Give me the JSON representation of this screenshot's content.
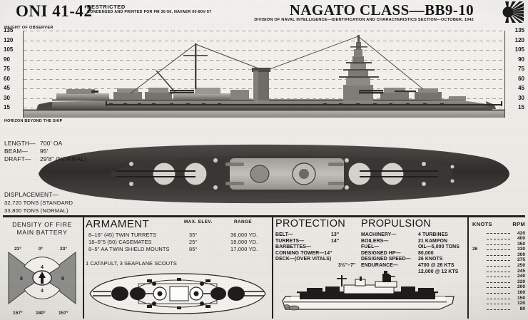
{
  "header": {
    "oni": "ONI 41-42",
    "restricted": "RESTRICTED",
    "condensed": "CONDENSED AND PRINTED FOR FM 30-50, NAVAER  00-80V-57",
    "class_title": "NAGATO CLASS—BB9-10",
    "division": "DIVISION OF NAVAL INTELLIGENCE—IDENTIFICATION AND CHARACTERISTICS SECTION—OCTOBER, 1942",
    "flag_icon": "rising-sun-flag-icon"
  },
  "profile": {
    "axis_label": "HEIGHT OF OBSERVER",
    "horizon_label": "HORIZON BEYOND THE SHIP",
    "ticks": [
      "135",
      "120",
      "105",
      "90",
      "75",
      "60",
      "45",
      "30",
      "15"
    ]
  },
  "dimensions": {
    "rows": [
      {
        "label": "LENGTH—",
        "value": "700' OA"
      },
      {
        "label": "BEAM—",
        "value": "95'"
      },
      {
        "label": "DRAFT—",
        "value": "29'8\" (NORMAL)"
      }
    ]
  },
  "displacement": {
    "title": "DISPLACEMENT—",
    "lines": [
      "32,720 TONS (STANDARD",
      "33,800 TONS (NORMAL)"
    ]
  },
  "density_of_fire": {
    "title_line1": "DENSITY OF FIRE",
    "title_line2": "MAIN BATTERY",
    "angles": {
      "top_left": "23°",
      "top_center": "0°",
      "top_right": "23°",
      "bottom_left": "157°",
      "bottom_center": "180°",
      "bottom_right": "157°"
    },
    "counts": {
      "fore": "4",
      "aft": "4",
      "port": "8",
      "starboard": "8"
    },
    "bow_arrow_icon": "bow-direction-arrow-icon"
  },
  "armament": {
    "title": "ARMAMENT",
    "col_elev": "MAX. ELEV.",
    "col_range": "RANGE",
    "rows": [
      {
        "name": "8–16\" (45) TWIN TURRETS",
        "elev": "35°",
        "range": "36,000 YD."
      },
      {
        "name": "18–5\"5 (50) CASEMATES",
        "elev": "25°",
        "range": "19,000 YD."
      },
      {
        "name": "8–5\" AA TWIN SHIELD MOUNTS",
        "elev": "85°",
        "range": "17,000 YD."
      }
    ],
    "extra": "1 CATAPULT, 3 SEAPLANE SCOUTS"
  },
  "protection": {
    "title": "PROTECTION",
    "rows": [
      {
        "key": "BELT—",
        "value": "13\""
      },
      {
        "key": "TURRETS—",
        "value": "14\""
      },
      {
        "key": "BARBETTES—",
        "value": ""
      },
      {
        "key": "CONNING TOWER—14\"",
        "value": ""
      },
      {
        "key": "DECK—(OVER VITALS)",
        "value": ""
      },
      {
        "key": "",
        "value": "3½\"–7\""
      }
    ]
  },
  "propulsion": {
    "title": "PROPULSION",
    "rows": [
      {
        "key": "MACHINERY—",
        "value": "4 TURBINES"
      },
      {
        "key": "BOILERS—",
        "value": "21 KAMPON"
      },
      {
        "key": "FUEL—",
        "value": "OIL—5,000 TONS"
      },
      {
        "key": "DESIGNED HP—",
        "value": "80,000"
      },
      {
        "key": "DESIGNED SPEED—",
        "value": "26 KNOTS"
      },
      {
        "key": "ENDURANCE—",
        "value": "4700 @ 26 KTS"
      },
      {
        "key": "",
        "value": "12,000 @ 12 KTS"
      }
    ]
  },
  "speed_table": {
    "col_knots": "KNOTS",
    "col_rpm": "RPM",
    "rows": [
      {
        "knots": "",
        "rpm": "420"
      },
      {
        "knots": "",
        "rpm": "400"
      },
      {
        "knots": "",
        "rpm": "350"
      },
      {
        "knots": "26",
        "rpm": "330"
      },
      {
        "knots": "",
        "rpm": "300"
      },
      {
        "knots": "",
        "rpm": "275"
      },
      {
        "knots": "",
        "rpm": "250"
      },
      {
        "knots": "",
        "rpm": "245"
      },
      {
        "knots": "",
        "rpm": "240"
      },
      {
        "knots": "",
        "rpm": "220"
      },
      {
        "knots": "",
        "rpm": "200"
      },
      {
        "knots": "",
        "rpm": "160"
      },
      {
        "knots": "",
        "rpm": "150"
      },
      {
        "knots": "",
        "rpm": "120"
      },
      {
        "knots": "",
        "rpm": "80"
      }
    ]
  },
  "figures": {
    "profile_photo": "battleship-profile-side-view",
    "plan_photo": "battleship-plan-overhead-view",
    "plan_diagram": "battleship-plan-turret-arcs-diagram",
    "armor_diagram": "battleship-armor-side-elevation-diagram"
  },
  "colors": {
    "ink": "#16161a",
    "paper": "#eceae4",
    "hull_dark": "#4a4a4a",
    "hull_mid": "#7d7d7a",
    "arc_fill": "#8e8e8a"
  }
}
